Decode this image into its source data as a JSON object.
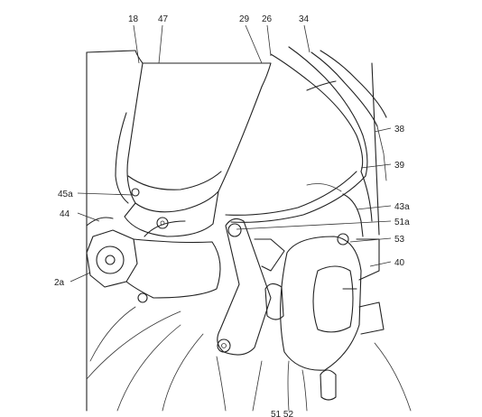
{
  "reference_labels": {
    "l18": "18",
    "l47": "47",
    "l29": "29",
    "l26": "26",
    "l34": "34",
    "l38": "38",
    "l39": "39",
    "l45a": "45a",
    "l43a": "43a",
    "l44": "44",
    "l51a": "51a",
    "l53": "53",
    "l40": "40",
    "l2a": "2a",
    "l51_52": "51 52"
  }
}
